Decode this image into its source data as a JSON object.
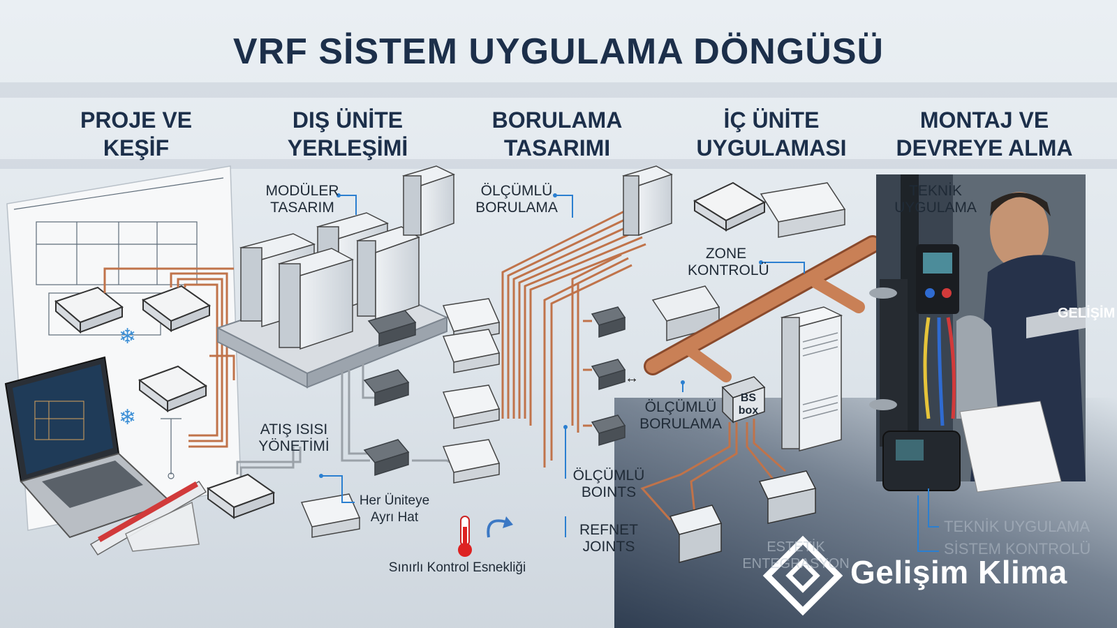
{
  "title": "VRF SİSTEM UYGULAMA DÖNGÜSÜ",
  "stages": [
    {
      "line1": "PROJE VE",
      "line2": "KEŞİF"
    },
    {
      "line1": "DIŞ ÜNİTE",
      "line2": "YERLEŞİMİ"
    },
    {
      "line1": "BORULAMA",
      "line2": "TASARIMI"
    },
    {
      "line1": "İÇ ÜNİTE",
      "line2": "UYGULAMASI"
    },
    {
      "line1": "MONTAJ VE",
      "line2": "DEVREYE ALMA"
    }
  ],
  "labels": {
    "moduler": {
      "line1": "MODÜLER",
      "line2": "TASARIM"
    },
    "atis": {
      "line1": "ATIŞ ISISI",
      "line2": "YÖNETİMİ"
    },
    "her_unite": {
      "line1": "Her Üniteye",
      "line2": "Ayrı Hat"
    },
    "sinirli": "Sınırlı Kontrol Esnekliği",
    "olcumlu_borulama_1": {
      "line1": "ÖLÇÜMLÜ",
      "line2": "BORULAMA"
    },
    "olcumlu_boints": {
      "line1": "ÖLÇÜMLÜ",
      "line2": "BOINTS"
    },
    "refnet": {
      "line1": "REFNET",
      "line2": "JOINTS"
    },
    "zone": {
      "line1": "ZONE",
      "line2": "KONTROLÜ"
    },
    "olcumlu_borulama_2": {
      "line1": "ÖLÇÜMLÜ",
      "line2": "BORULAMA"
    },
    "bs_box": {
      "line1": "BS",
      "line2": "box"
    },
    "estetik": {
      "line1": "ESTETİK",
      "line2": "ENTEGRASYON"
    },
    "teknik": {
      "line1": "TEKNİK",
      "line2": "UYGULAMA"
    },
    "teknik_uygulama": "TEKNİK UYGULAMA",
    "sistem_kontrolu": "SİSTEM KONTROLÜ"
  },
  "brand": {
    "name": "Gelişim Klima",
    "icon": "gelisim-logo-icon",
    "vest_text": "GELİŞİM"
  },
  "colors": {
    "title": "#1c2f4a",
    "copper": "#c0734a",
    "brand": "#ffffff"
  }
}
